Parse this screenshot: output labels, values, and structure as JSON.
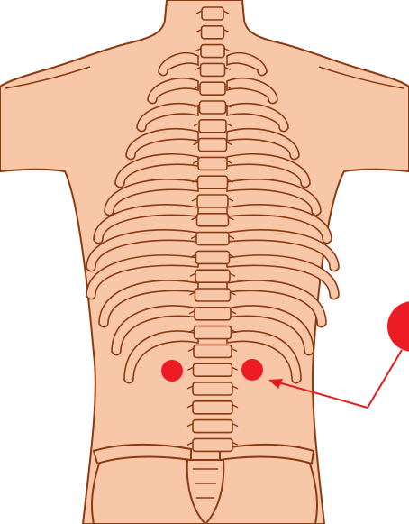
{
  "colors": {
    "skin": "#f8c7a8",
    "outline": "#8b3a12",
    "point": "#ed1c24",
    "arrow": "#e31b1b",
    "background": "#ffffff"
  },
  "points": [
    {
      "name": "left-acupoint"
    },
    {
      "name": "right-acupoint"
    }
  ],
  "arrow": {
    "target": "right-acupoint"
  }
}
